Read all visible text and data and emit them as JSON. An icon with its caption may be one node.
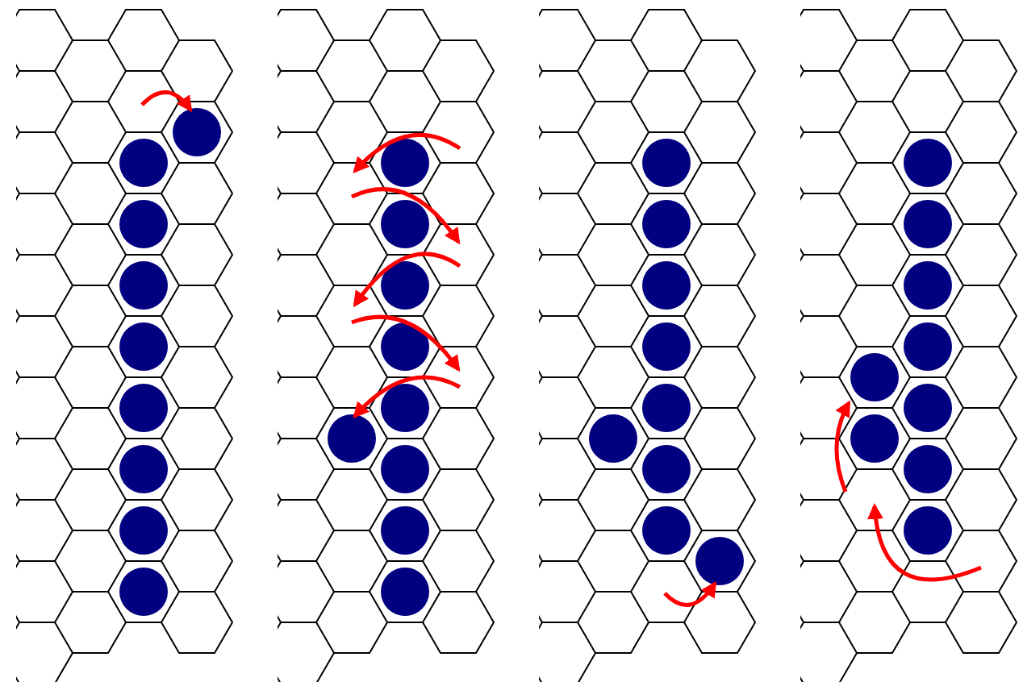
{
  "diagram": {
    "nodes": [
      {
        "text": [],
        "shape": "picture"
      },
      {
        "text": [],
        "shape": "circle",
        "in": 0
      },
      {
        "text": [],
        "shape": "circle",
        "in": 0
      },
      {
        "text": [],
        "shape": "circle",
        "in": 0
      },
      {
        "text": [],
        "shape": "circle",
        "in": 0
      },
      {
        "text": [],
        "shape": "circle",
        "in": 0
      },
      {
        "text": [],
        "shape": "circle",
        "in": 0
      },
      {
        "text": [],
        "shape": "circle",
        "in": 0
      },
      {
        "text": [],
        "shape": "circle",
        "in": 0
      },
      {
        "text": [],
        "shape": "circle",
        "in": 0
      },
      {
        "text": [],
        "shape": "picture"
      },
      {
        "text": [],
        "shape": "circle",
        "in": 10
      },
      {
        "text": [],
        "shape": "circle",
        "in": 10
      },
      {
        "text": [],
        "shape": "circle",
        "in": 10
      },
      {
        "text": [],
        "shape": "circle",
        "in": 10
      },
      {
        "text": [],
        "shape": "circle",
        "in": 10
      },
      {
        "text": [],
        "shape": "circle",
        "in": 10
      },
      {
        "text": [],
        "shape": "circle",
        "in": 10
      },
      {
        "text": [],
        "shape": "circle",
        "in": 10
      },
      {
        "text": [],
        "shape": "circle",
        "in": 10
      },
      {
        "text": [],
        "shape": "picture"
      },
      {
        "text": [],
        "shape": "circle",
        "in": 20
      },
      {
        "text": [],
        "shape": "circle",
        "in": 20
      },
      {
        "text": [],
        "shape": "circle",
        "in": 20
      },
      {
        "text": [],
        "shape": "circle",
        "in": 20
      },
      {
        "text": [],
        "shape": "circle",
        "in": 20
      },
      {
        "text": [],
        "shape": "circle",
        "in": 20
      },
      {
        "text": [],
        "shape": "circle",
        "in": 20
      },
      {
        "text": [],
        "shape": "circle",
        "in": 20
      },
      {
        "text": [],
        "shape": "circle",
        "in": 20
      },
      {
        "text": [],
        "shape": "picture"
      },
      {
        "text": [],
        "shape": "circle",
        "in": 30
      },
      {
        "text": [],
        "shape": "circle",
        "in": 30
      },
      {
        "text": [],
        "shape": "circle",
        "in": 30
      },
      {
        "text": [],
        "shape": "circle",
        "in": 30
      },
      {
        "text": [],
        "shape": "circle",
        "in": 30
      },
      {
        "text": [],
        "shape": "circle",
        "in": 30
      },
      {
        "text": [],
        "shape": "circle",
        "in": 30
      },
      {
        "text": [],
        "shape": "circle",
        "in": 30
      },
      {
        "text": [],
        "shape": "circle",
        "in": 30
      }
    ]
  }
}
